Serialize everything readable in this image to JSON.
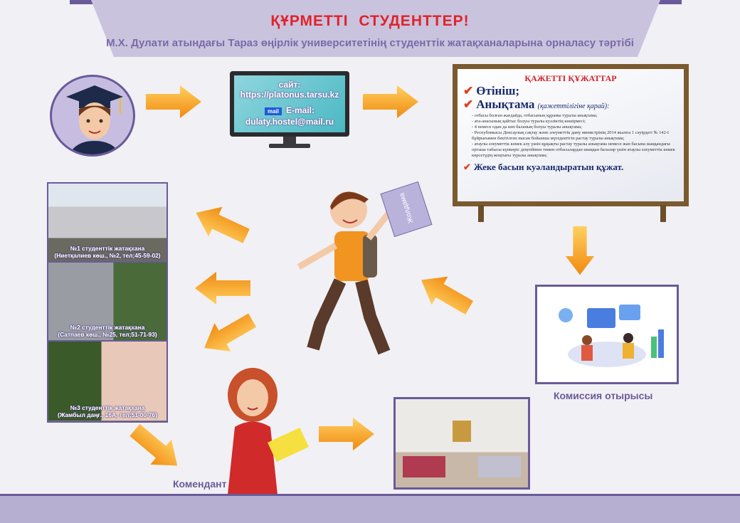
{
  "header": {
    "title": "ҚҰРМЕТТІ  СТУДЕНТТЕР!",
    "subtitle": "М.Х. Дулати атындағы Тараз өңірлік университетінің студенттік жатақханаларына орналасу тәртібі"
  },
  "monitor": {
    "site_label": "сайт:",
    "site_url": "https://platonus.tarsu.kz",
    "mail_badge": "mail",
    "email_label": "E-mail:",
    "email": "dulaty.hostel@mail.ru"
  },
  "board": {
    "title": "ҚАЖЕТТІ ҚҰЖАТТАР",
    "item1": "Өтініш;",
    "item2": "Анықтама",
    "item2_note": "(қажеттілігіне қарай):",
    "subitems": [
      "отбасы болған жағдайда, отбасының құрамы туралы анықтама;",
      "ата-анасының қайтыс болуы туралы куәліктің көшірмесі;",
      "4 немесе одан да көп баланың болуы туралы анықтама;",
      "Республикасы Денсаулық сақтау және әлеуметтік даму министрінің 2014 жылғы 1 сәуірдегі № 142-І бұйрығымен бекітілген нысан бойынша мүгедектігін растау туралы анықтама;",
      "атаулы әлеуметтік көмек алу үшін құқықты растау туралы анықтама немесе жан басына шаққандағы орташа табысы күнкөріс деңгейінен төмен отбасылардан шыққан балалар үшін атаулы әлеуметтік көмек көрсетудің жоқтығы туралы анықтама;"
    ],
    "item3": "Жеке басын куәландыратын құжат."
  },
  "student": {
    "paper_label": "Жолдама"
  },
  "dorms": [
    {
      "name": "№1 студенттік жатақхана",
      "addr": "(Ниетқалиев көш., №2, тел;45-59-02)"
    },
    {
      "name": "№2 студенттік жатақхана",
      "addr": "(Сатпаев көш., №25, тел;51-71-93)"
    },
    {
      "name": "№3 студенттік жатақхана",
      "addr": "(Жамбыл даңғ., 16А, тел;51-00-76)"
    }
  ],
  "labels": {
    "commission": "Комиссия отырысы",
    "commandant": "Комендант"
  },
  "colors": {
    "accent": "#6a5a9a",
    "title": "#e0232a",
    "arrow": "#f5a020"
  }
}
